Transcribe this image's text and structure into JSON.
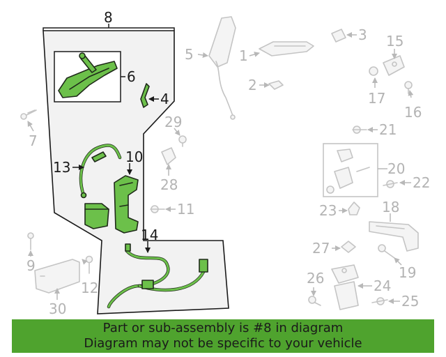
{
  "callouts": {
    "c1": "1",
    "c2": "2",
    "c3": "3",
    "c4": "4",
    "c5": "5",
    "c6": "6",
    "c7": "7",
    "c8": "8",
    "c9": "9",
    "c10": "10",
    "c11": "11",
    "c12": "12",
    "c13": "13",
    "c14": "14",
    "c15": "15",
    "c16": "16",
    "c17": "17",
    "c18": "18",
    "c19": "19",
    "c20": "20",
    "c21": "21",
    "c22": "22",
    "c23": "23",
    "c24": "24",
    "c25": "25",
    "c26": "26",
    "c27": "27",
    "c28": "28",
    "c29": "29",
    "c30": "30"
  },
  "banner": {
    "line1": "Part or sub-assembly is #8 in diagram",
    "line2": "Diagram may not be specific to your vehicle"
  },
  "colors": {
    "highlight": "#6cc04a",
    "banner": "#4fa32e",
    "ghost": "#c4c4c4",
    "region": "#f2f2f2"
  }
}
